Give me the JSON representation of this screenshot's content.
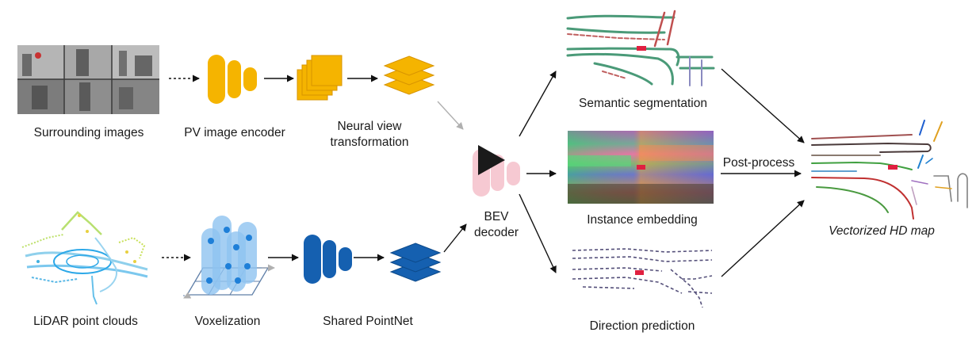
{
  "labels": {
    "surrounding_images": "Surrounding images",
    "pv_image_encoder": "PV image encoder",
    "neural_view_l1": "Neural view",
    "neural_view_l2": "transformation",
    "lidar_point_clouds": "LiDAR point clouds",
    "voxelization": "Voxelization",
    "shared_pointnet": "Shared PointNet",
    "bev_l1": "BEV",
    "bev_l2": "decoder",
    "semantic_segmentation": "Semantic segmentation",
    "instance_embedding": "Instance embedding",
    "direction_prediction": "Direction prediction",
    "post_process": "Post-process",
    "vectorized_hd_map": "Vectorized HD map"
  },
  "colors": {
    "orange": "#f5b400",
    "orange_dark": "#e09a00",
    "blue": "#1560b0",
    "blue_light": "#8ec3f0",
    "bev_pink": "#f6c9d2",
    "arrow": "#111111",
    "arrow_light": "#b0b0b0"
  },
  "icons": {
    "camera_images": "camera-mosaic-image",
    "lidar": "lidar-point-cloud-image",
    "play": "play-triangle-icon"
  }
}
